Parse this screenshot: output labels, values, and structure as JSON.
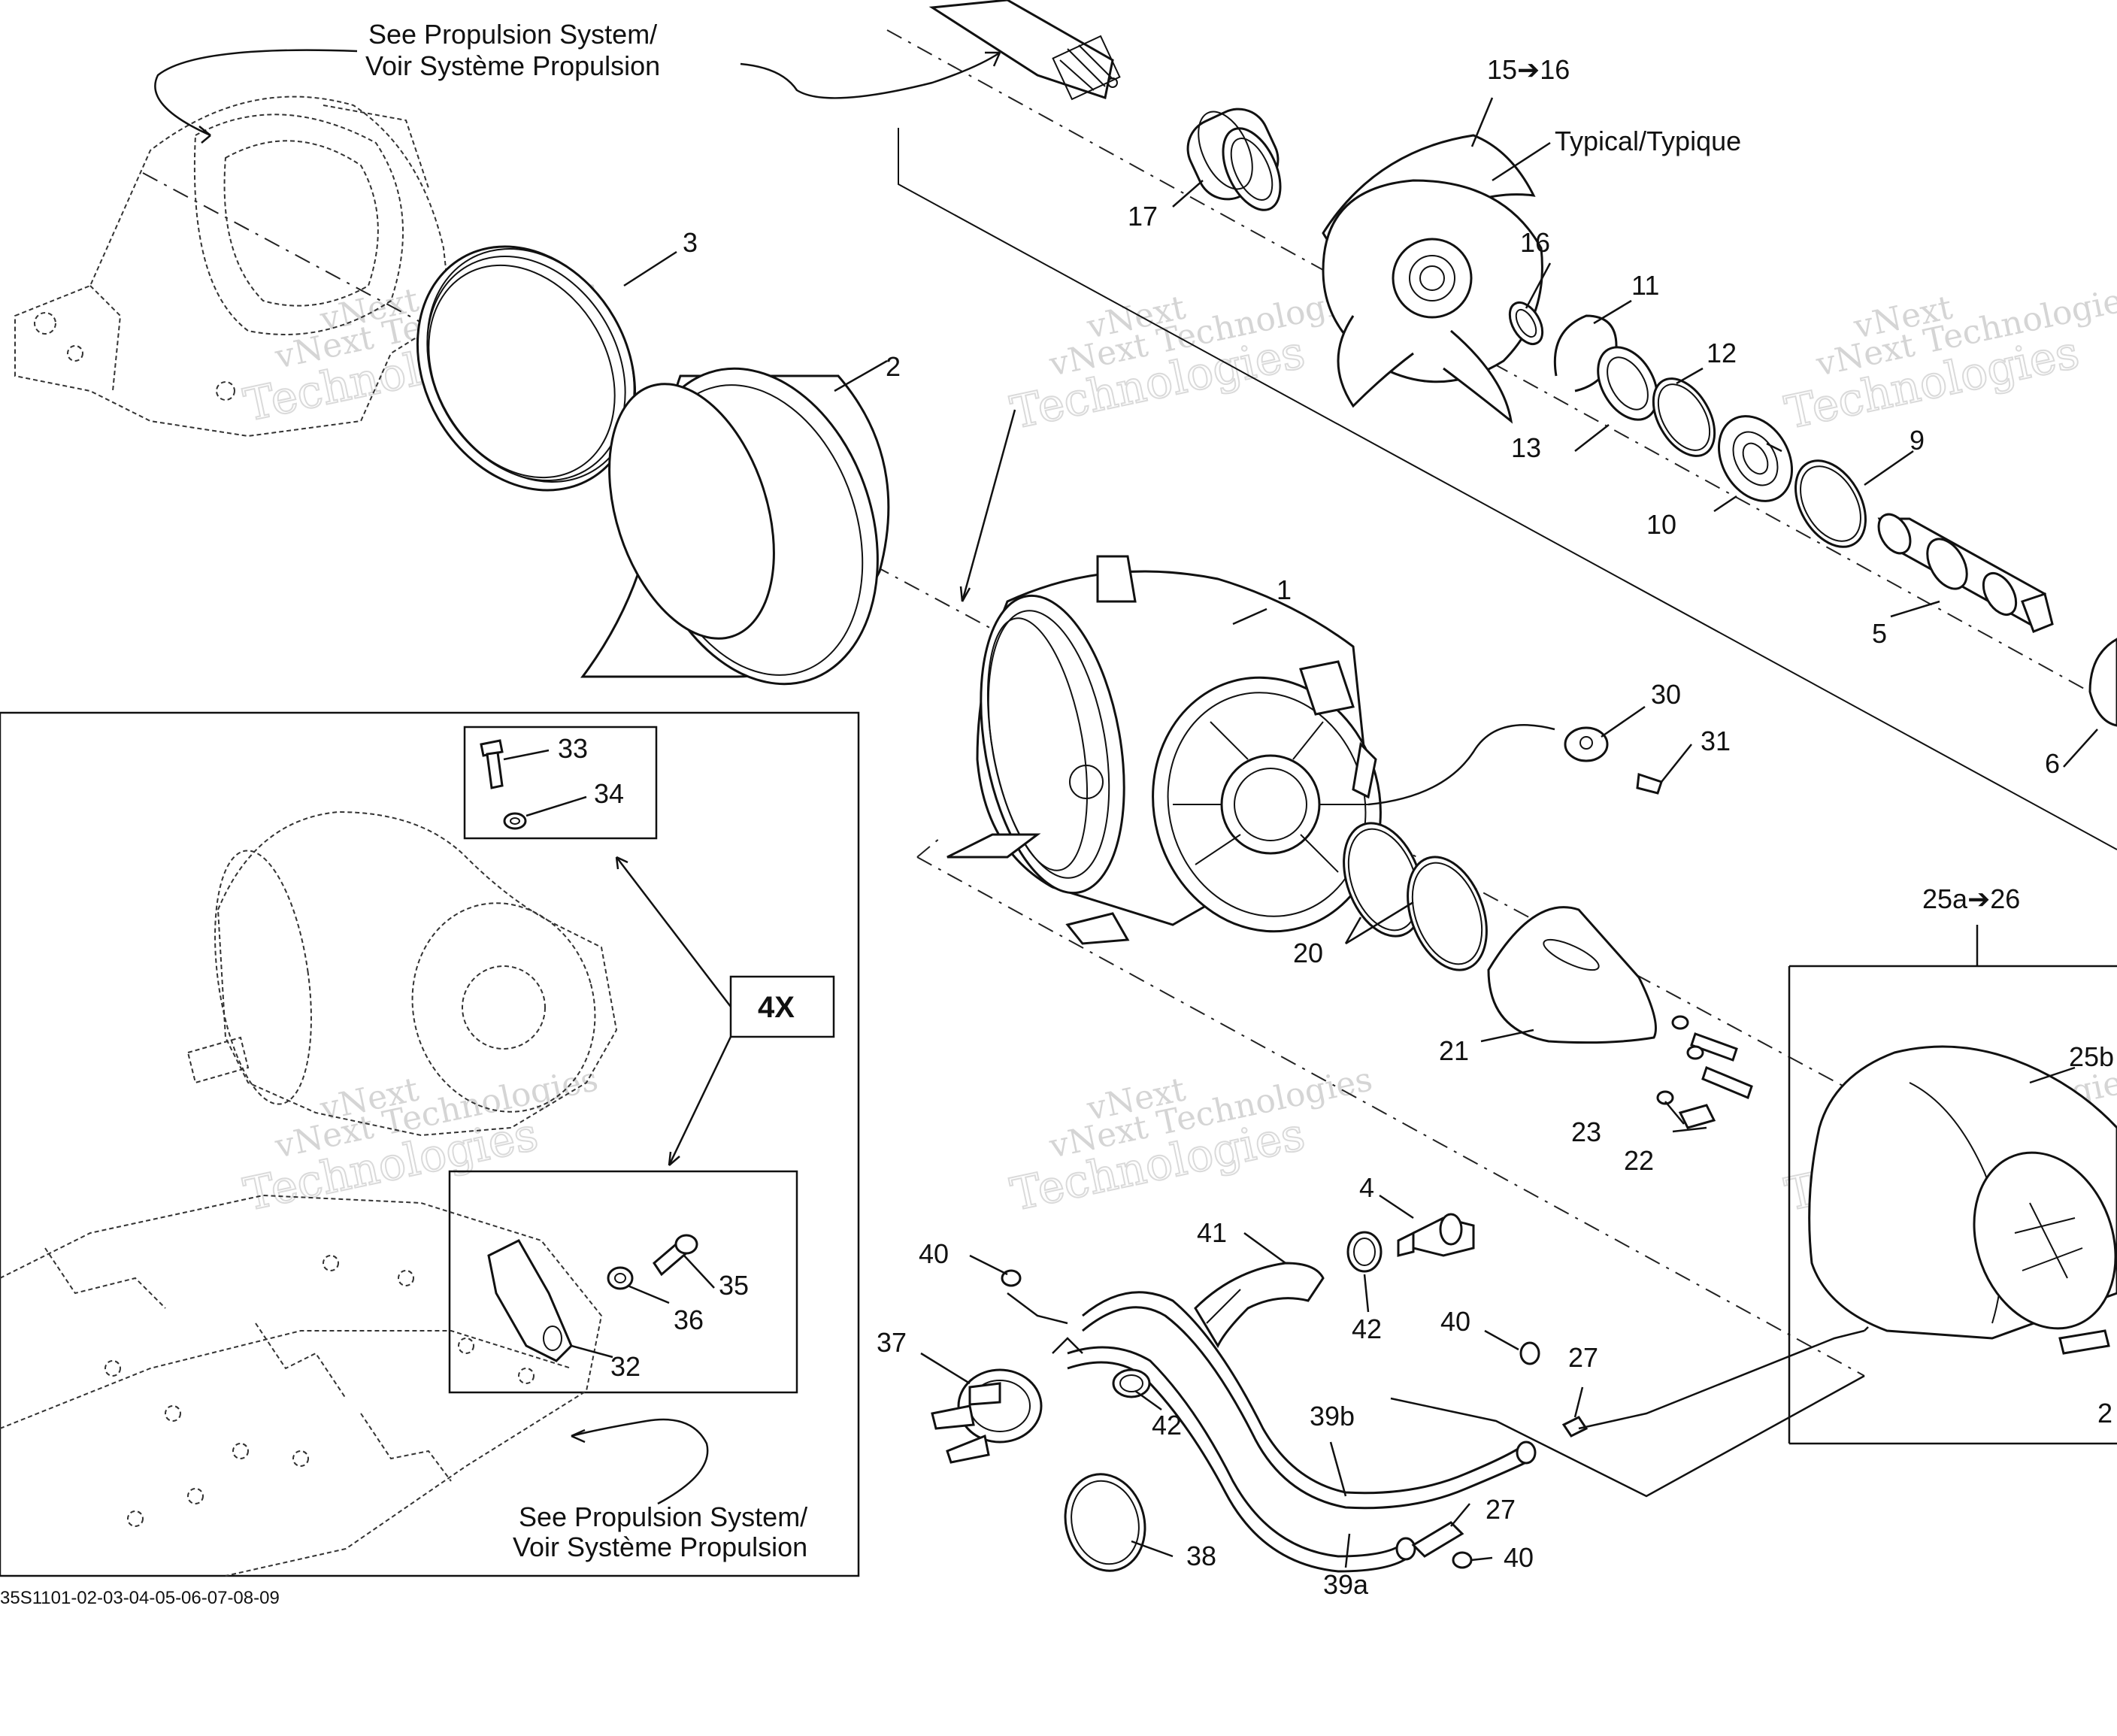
{
  "notes": {
    "see_propulsion_top_1": "See Propulsion System/",
    "see_propulsion_top_2": "Voir Système Propulsion",
    "see_propulsion_bottom_1": "See Propulsion System/",
    "see_propulsion_bottom_2": "Voir Système Propulsion",
    "typical": "Typical/Typique",
    "multiplier": "4X",
    "drawing_ref": "35S1101-02-03-04-05-06-07-08-09"
  },
  "watermark": {
    "line1": "vNext",
    "line2": "vNext Technologies",
    "line3": "Technologies"
  },
  "callouts": {
    "c15_16": "15➔16",
    "c3": "3",
    "c2": "2",
    "c17": "17",
    "c16": "16",
    "c11": "11",
    "c12": "12",
    "c13": "13",
    "c9": "9",
    "c10": "10",
    "c1": "1",
    "c5": "5",
    "c6": "6",
    "c30": "30",
    "c31": "31",
    "c33": "33",
    "c34": "34",
    "c20": "20",
    "c21": "21",
    "c25a_26": "25a➔26",
    "c25b": "25b",
    "c23": "23",
    "c22": "22",
    "c4": "4",
    "c41": "41",
    "c40_top": "40",
    "c42_top": "42",
    "c40_mid": "40",
    "c27_top": "27",
    "c37": "37",
    "c42_bot": "42",
    "c39b": "39b",
    "c27_bot": "27",
    "c38": "38",
    "c39a": "39a",
    "c40_bot": "40",
    "c35": "35",
    "c36": "36",
    "c32": "32",
    "c2_edge": "2"
  }
}
